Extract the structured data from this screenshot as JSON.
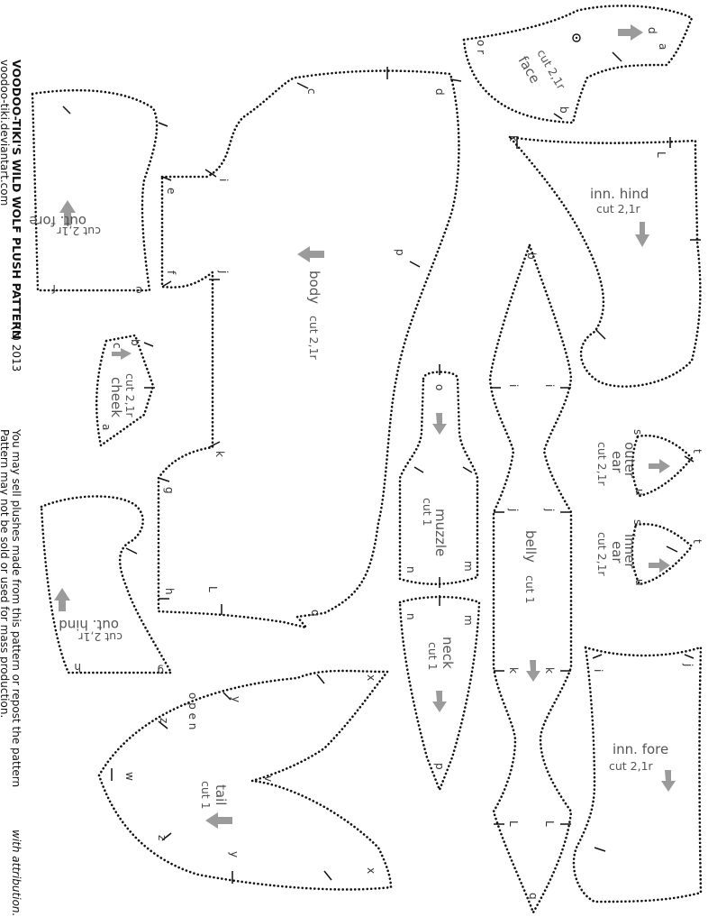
{
  "credits": {
    "title": "VOODOO-TIKI'S WILD WOLF PLUSH PATTERN",
    "copyright": "(c) 2013",
    "site": "voodoo-tiki.deviantart.com",
    "usage_1": "You may sell plushes made from this pattern or repost the pattern",
    "usage_1_em": "with attribution.",
    "usage_2": "Pattern may not be sold or used for mass production."
  },
  "pieces": {
    "face": {
      "name": "face",
      "instr": "cut 2,1r"
    },
    "inn_hind": {
      "name": "inn. hind",
      "instr": "cut 2,1r"
    },
    "body": {
      "name": "body",
      "instr": "cut 2,1r"
    },
    "out_fore": {
      "name": "out. fore",
      "instr": "cut 2,1r"
    },
    "cheek": {
      "name": "cheek",
      "instr": "cut 2,1r"
    },
    "outer_ear": {
      "name_1": "outer",
      "name_2": "ear",
      "instr": "cut 2,1r"
    },
    "inner_ear": {
      "name_1": "inner",
      "name_2": "ear",
      "instr": "cut 2,1r"
    },
    "muzzle": {
      "name": "muzzle",
      "instr": "cut 1"
    },
    "neck": {
      "name": "neck",
      "instr": "cut 1"
    },
    "belly": {
      "name": "belly",
      "instr": "cut 1"
    },
    "out_hind": {
      "name": "out. hind",
      "instr": "cut 2,1r"
    },
    "tail": {
      "name": "tail",
      "instr": "cut 1",
      "open": "o p e n"
    },
    "inn_fore": {
      "name": "inn. fore",
      "instr": "cut 2,1r"
    }
  },
  "marks": {
    "a": "a",
    "b": "b",
    "c": "c",
    "d": "d",
    "e": "e",
    "f": "f",
    "g": "g",
    "h": "h",
    "i": "i",
    "j": "j",
    "k": "k",
    "L": "L",
    "m": "m",
    "n": "n",
    "o": "o",
    "p": "p",
    "q": "q",
    "r": "r",
    "s": "s",
    "t": "t",
    "u": "u",
    "v": "v",
    "w": "w",
    "x": "x",
    "y": "y",
    "z": "z",
    "o_r": "o r",
    "q_b": "q"
  }
}
